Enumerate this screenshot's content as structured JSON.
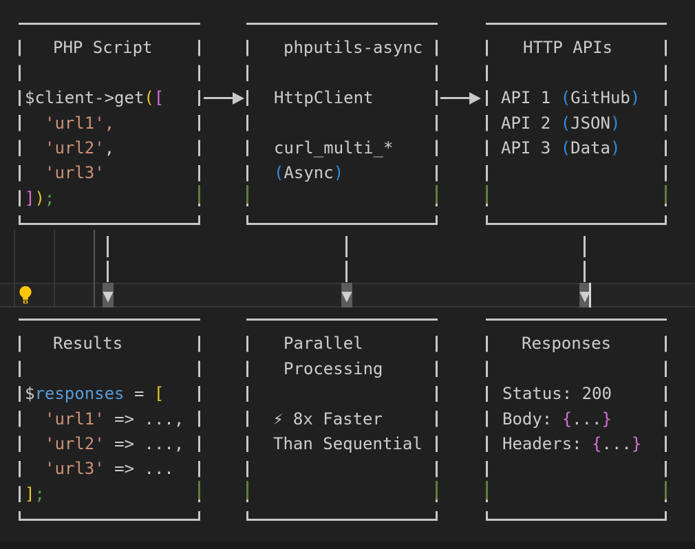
{
  "palette": {
    "background": "#202020",
    "foreground": "#cccccc",
    "string_salmon": "#ce9178",
    "bracket_gold": "#e9c62b",
    "bracket_pink": "#d670d6",
    "paren_blue": "#2e8ee3",
    "variable_blue": "#569cd6",
    "semicolon_green": "#5da353",
    "border_green_segment": "#5f7e3d",
    "box_border": "#c8c8c8",
    "line_highlight_border": "#343434",
    "match_highlight_grey": "#5c5c5c",
    "lightbulb_yellow": "#ffcc00"
  },
  "icons": {
    "lightbulb": "code-action-lightbulb",
    "down_arrow": "▼",
    "right_arrow": "──▶",
    "lightning": "⚡"
  },
  "boxes": {
    "php_script": {
      "lines": [
        [
          {
            "t": "PHP Script",
            "c": "fg"
          }
        ],
        [
          {
            "t": "$client->get",
            "c": "fg"
          },
          {
            "t": "(",
            "c": "gold"
          },
          {
            "t": "[",
            "c": "pink"
          }
        ],
        [
          {
            "t": "'url1',",
            "c": "str"
          }
        ],
        [
          {
            "t": "'url2'",
            "c": "str"
          },
          {
            "t": ",",
            "c": "fg"
          }
        ],
        [
          {
            "t": "'url3'",
            "c": "str"
          }
        ],
        [
          {
            "t": "]",
            "c": "pink"
          },
          {
            "t": ")",
            "c": "gold"
          },
          {
            "t": ";",
            "c": "grn"
          }
        ]
      ]
    },
    "phputils_async": {
      "lines": [
        [
          {
            "t": "phputils-async",
            "c": "fg"
          }
        ],
        [
          {
            "t": "HttpClient",
            "c": "fg"
          }
        ],
        [
          {
            "t": "curl_multi_*",
            "c": "fg"
          }
        ],
        [
          {
            "t": "(",
            "c": "blu"
          },
          {
            "t": "Async",
            "c": "fg"
          },
          {
            "t": ")",
            "c": "blu"
          }
        ]
      ]
    },
    "http_apis": {
      "lines": [
        [
          {
            "t": "HTTP APIs",
            "c": "fg"
          }
        ],
        [
          {
            "t": "API 1 ",
            "c": "fg"
          },
          {
            "t": "(",
            "c": "blu"
          },
          {
            "t": "GitHub",
            "c": "fg"
          },
          {
            "t": ")",
            "c": "blu"
          }
        ],
        [
          {
            "t": "API 2 ",
            "c": "fg"
          },
          {
            "t": "(",
            "c": "blu"
          },
          {
            "t": "JSON",
            "c": "fg"
          },
          {
            "t": ")",
            "c": "blu"
          }
        ],
        [
          {
            "t": "API 3 ",
            "c": "fg"
          },
          {
            "t": "(",
            "c": "blu"
          },
          {
            "t": "Data",
            "c": "fg"
          },
          {
            "t": ")",
            "c": "blu"
          }
        ]
      ]
    },
    "results": {
      "lines": [
        [
          {
            "t": "Results",
            "c": "fg"
          }
        ],
        [
          {
            "t": "$",
            "c": "fg"
          },
          {
            "t": "responses",
            "c": "blu2"
          },
          {
            "t": " = ",
            "c": "fg"
          },
          {
            "t": "[",
            "c": "gold"
          }
        ],
        [
          {
            "t": "'url1'",
            "c": "str"
          },
          {
            "t": " => ...,",
            "c": "fg"
          }
        ],
        [
          {
            "t": "'url2'",
            "c": "str"
          },
          {
            "t": " => ...,",
            "c": "fg"
          }
        ],
        [
          {
            "t": "'url3'",
            "c": "str"
          },
          {
            "t": " => ...",
            "c": "fg"
          }
        ],
        [
          {
            "t": "]",
            "c": "gold"
          },
          {
            "t": ";",
            "c": "grn"
          }
        ]
      ]
    },
    "parallel": {
      "lines": [
        [
          {
            "t": "Parallel",
            "c": "fg"
          }
        ],
        [
          {
            "t": "Processing",
            "c": "fg"
          }
        ],
        [
          {
            "t": "⚡ 8x Faster",
            "c": "fg"
          }
        ],
        [
          {
            "t": "Than Sequential",
            "c": "fg"
          }
        ]
      ]
    },
    "responses": {
      "lines": [
        [
          {
            "t": "Responses",
            "c": "fg"
          }
        ],
        [
          {
            "t": "Status: 200",
            "c": "fg"
          }
        ],
        [
          {
            "t": "Body: ",
            "c": "fg"
          },
          {
            "t": "{",
            "c": "mag"
          },
          {
            "t": "...",
            "c": "fg"
          },
          {
            "t": "}",
            "c": "mag"
          }
        ],
        [
          {
            "t": "Headers: ",
            "c": "fg"
          },
          {
            "t": "{",
            "c": "mag"
          },
          {
            "t": "...",
            "c": "fg"
          },
          {
            "t": "}",
            "c": "mag"
          }
        ]
      ]
    }
  }
}
